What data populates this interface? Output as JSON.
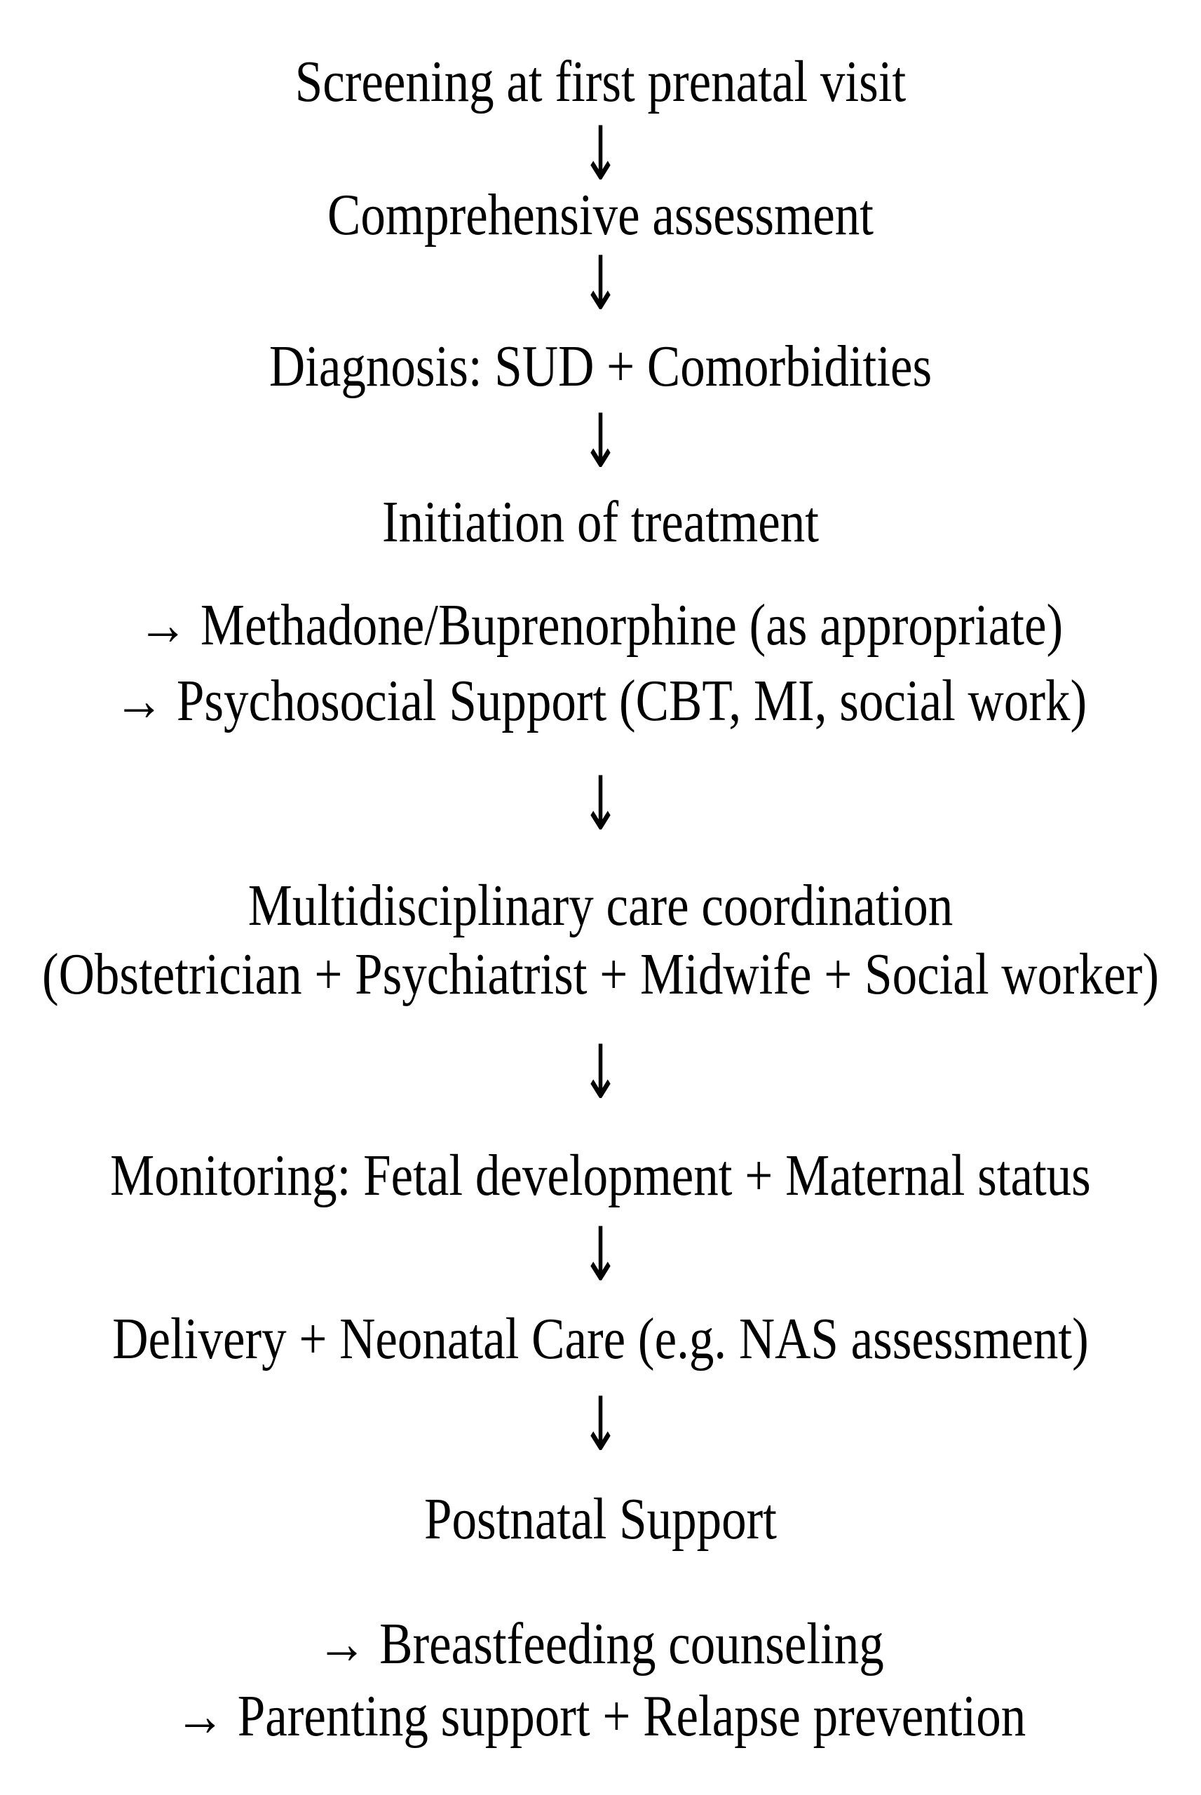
{
  "colors": {
    "background": "#ffffff",
    "text": "#000000"
  },
  "icons": {
    "down_arrow": "↓",
    "right_arrow": "→"
  },
  "flow": [
    {
      "type": "step",
      "text": "Screening at first prenatal visit"
    },
    {
      "type": "down-arrow"
    },
    {
      "type": "step",
      "text": "Comprehensive assessment"
    },
    {
      "type": "down-arrow"
    },
    {
      "type": "step",
      "text": "Diagnosis: SUD + Comorbidities"
    },
    {
      "type": "down-arrow"
    },
    {
      "type": "step",
      "text": "Initiation of treatment"
    },
    {
      "type": "branch",
      "text": "Methadone/Buprenorphine (as appropriate)"
    },
    {
      "type": "branch",
      "text": "Psychosocial Support (CBT, MI, social work)"
    },
    {
      "type": "down-arrow"
    },
    {
      "type": "step",
      "text": "Multidisciplinary care coordination"
    },
    {
      "type": "step",
      "text": "(Obstetrician + Psychiatrist + Midwife + Social worker)"
    },
    {
      "type": "down-arrow"
    },
    {
      "type": "step",
      "text": "Monitoring: Fetal development + Maternal status"
    },
    {
      "type": "down-arrow"
    },
    {
      "type": "step",
      "text": "Delivery + Neonatal Care (e.g. NAS assessment)"
    },
    {
      "type": "down-arrow"
    },
    {
      "type": "step",
      "text": "Postnatal Support"
    },
    {
      "type": "branch",
      "text": "Breastfeeding counseling"
    },
    {
      "type": "branch",
      "text": "Parenting support + Relapse prevention"
    }
  ]
}
